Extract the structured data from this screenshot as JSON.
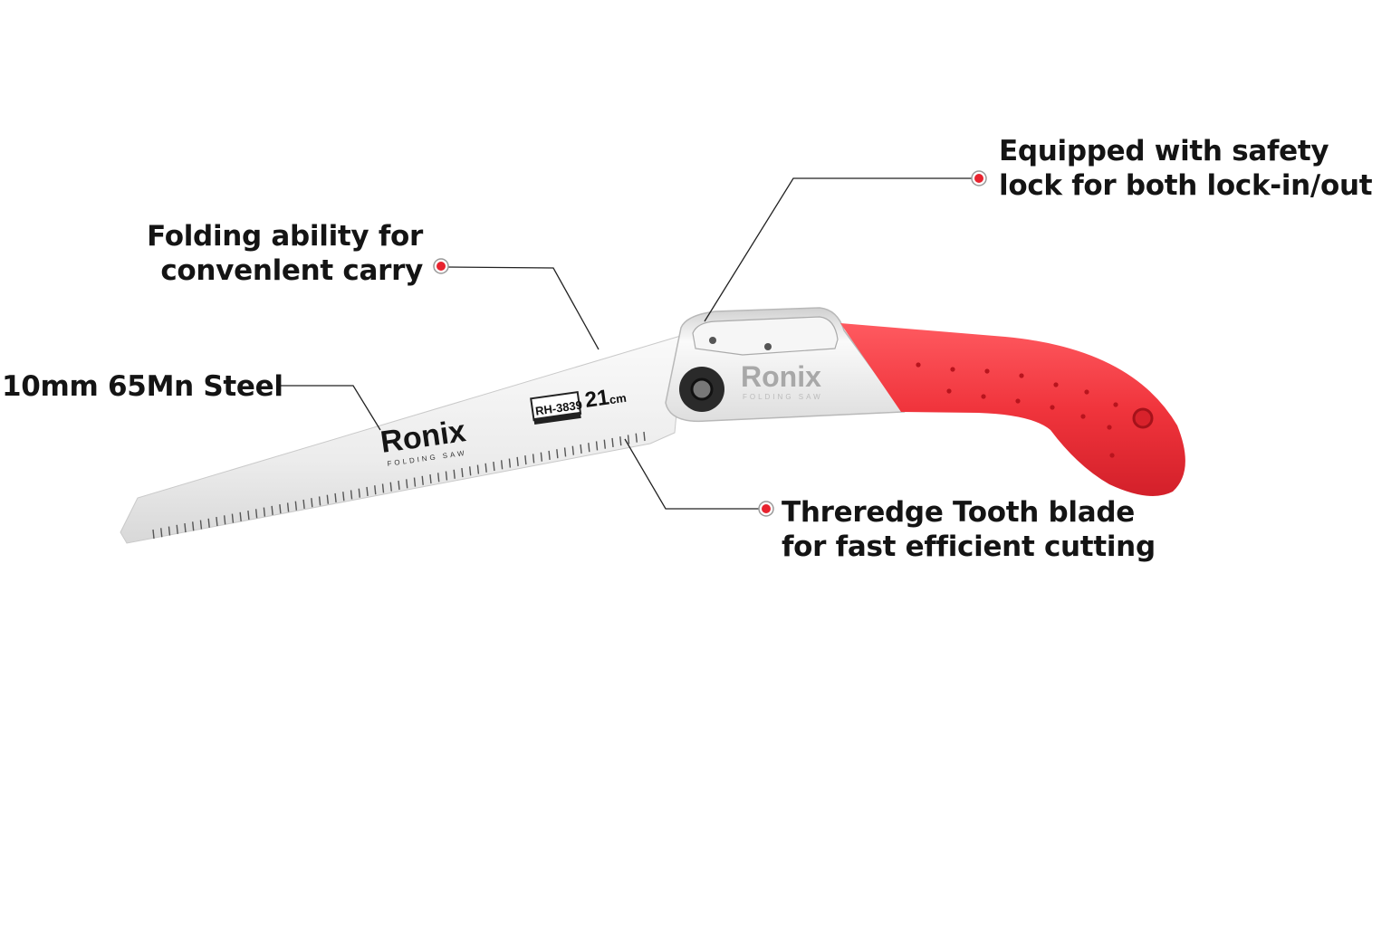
{
  "annotations": {
    "safety_lock": {
      "line1": "Equipped with safety",
      "line2": "lock for both lock-in/out"
    },
    "folding": {
      "line1": "Folding ability for",
      "line2": "convenlent carry"
    },
    "steel": {
      "line1": "10mm 65Mn Steel"
    },
    "tooth": {
      "line1": "Threredge Tooth blade",
      "line2": "for fast efficient cutting"
    }
  },
  "product": {
    "brand": "Ronix",
    "model": "RH-3839",
    "length": "21",
    "length_unit": "cm",
    "blade_subtext": "FOLDING SAW",
    "handle_subtext": "FOLDING SAW"
  },
  "colors": {
    "accent": "#e8232f",
    "handle": "#f0343c",
    "leader": "#222222",
    "blade": "#eeeeee"
  }
}
